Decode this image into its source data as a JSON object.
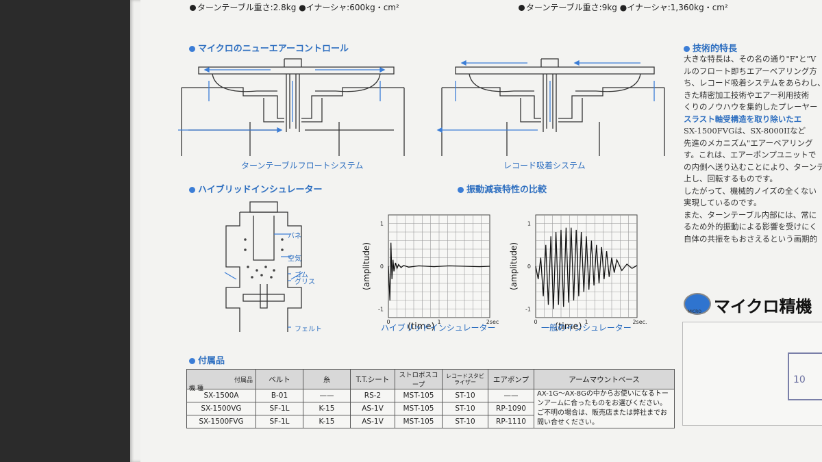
{
  "specs": {
    "left": "ターンテーブル重さ:2.8kg ●イナーシャ:600kg・cm²",
    "right": "ターンテーブル重さ:9kg ●イナーシャ:1,360kg・cm²"
  },
  "sections": {
    "air_control": "マイクロのニューエアーコントロール",
    "float_caption": "ターンテーブルフロートシステム",
    "vacuum_caption": "レコード吸着システム",
    "hybrid": "ハイブリッドインシュレーター",
    "vibration": "振動減衰特性の比較",
    "accessories": "付属品",
    "tech": "技術的特長"
  },
  "insulator_labels": [
    "バネ",
    "空気",
    "ゴム",
    "グリス",
    "フェルト"
  ],
  "chart_data": [
    {
      "type": "line",
      "title": "ハイブリッドインシュレーター",
      "ylabel": "(amplitude)",
      "xlabel": "(time)",
      "x_ticks": [
        "0",
        "1",
        "2sec"
      ],
      "y_ticks": [
        "1",
        "0",
        "-1"
      ],
      "xlim": [
        0,
        2
      ],
      "ylim": [
        -1.2,
        1.2
      ],
      "series": [
        {
          "x": [
            0,
            0.03,
            0.05,
            0.07,
            0.09,
            0.11,
            0.14,
            0.17,
            0.2,
            0.25,
            0.3,
            0.4,
            0.6,
            0.9,
            1.2,
            1.5,
            1.8,
            2.0
          ],
          "y": [
            0,
            -0.8,
            0.55,
            -0.3,
            0.15,
            -0.12,
            0.08,
            -0.05,
            0.04,
            -0.03,
            0.02,
            -0.02,
            0.01,
            -0.01,
            0.01,
            0,
            -0.01,
            0
          ]
        }
      ]
    },
    {
      "type": "line",
      "title": "一般のインシュレーター",
      "ylabel": "(amplitude)",
      "xlabel": "(time)",
      "x_ticks": [
        "0",
        "1",
        "2sec."
      ],
      "y_ticks": [
        "1",
        "0",
        "-1"
      ],
      "xlim": [
        0,
        2
      ],
      "ylim": [
        -1.2,
        1.2
      ],
      "series": [
        {
          "x": [
            0,
            0.05,
            0.1,
            0.15,
            0.2,
            0.25,
            0.3,
            0.35,
            0.4,
            0.45,
            0.5,
            0.55,
            0.6,
            0.65,
            0.7,
            0.75,
            0.8,
            0.85,
            0.9,
            0.95,
            1.0,
            1.05,
            1.1,
            1.15,
            1.2,
            1.25,
            1.3,
            1.35,
            1.4,
            1.45,
            1.5,
            1.55,
            1.6,
            1.7,
            1.8,
            1.9,
            2.0
          ],
          "y": [
            0,
            -0.3,
            0.2,
            -0.7,
            0.5,
            -0.9,
            0.7,
            -1.0,
            0.8,
            -0.9,
            0.85,
            -0.95,
            0.9,
            -0.85,
            0.9,
            -0.8,
            0.85,
            -0.7,
            0.8,
            -0.6,
            0.7,
            -0.55,
            0.6,
            -0.45,
            0.5,
            -0.4,
            0.45,
            -0.3,
            0.35,
            -0.25,
            0.2,
            -0.15,
            0.15,
            -0.1,
            0.05,
            -0.05,
            0.02
          ]
        }
      ]
    }
  ],
  "accessory_table": {
    "corner_top": "付属品",
    "corner_bottom": "機 種",
    "headers": [
      "ベルト",
      "糸",
      "T.T.シート",
      "ストロボスコープ",
      "レコードスタビライザー",
      "エアポンプ",
      "アームマウントベース"
    ],
    "rows": [
      [
        "SX-1500A",
        "B-01",
        "——",
        "RS-2",
        "MST-105",
        "ST-10",
        "——"
      ],
      [
        "SX-1500VG",
        "SF-1L",
        "K-15",
        "AS-1V",
        "MST-105",
        "ST-10",
        "RP-1090"
      ],
      [
        "SX-1500FVG",
        "SF-1L",
        "K-15",
        "AS-1V",
        "MST-105",
        "ST-10",
        "RP-1110"
      ]
    ],
    "arm_mount_note": "AX-1G～AX-8Gの中からお使いになるトーンアームに合ったものをお選びください。ご不明の場合は、販売店または弊社までお問い合せください。"
  },
  "tech_text": [
    "大きな特長は、その名の通り\"F\"と\"V",
    "ルのフロート即ちエアーベアリング方",
    "ち、レコード吸着システムをあらわし、",
    "きた精密加工技術やエアー利用技術",
    "くりのノウハウを集約したプレーヤー"
  ],
  "tech_heading2": "スラスト軸受構造を取り除いたエ",
  "tech_text2": [
    "SX-1500FVGは、SX-8000IIなど",
    "先進のメカニズム\"エアーベアリング",
    "す。これは、エアーポンプユニットで",
    "の内側へ送り込むことにより、ターンテ",
    "上し、回転するものです。",
    "したがって、機械的ノイズの全くない",
    "実現しているのです。",
    "また、ターンテーブル内部には、常に",
    "るため外的振動による影響を受けにく",
    "自体の共振をもおさえるという画期的"
  ],
  "logo": {
    "badge": "MICRO",
    "text": "マイクロ精機"
  },
  "stamp_text": "10"
}
